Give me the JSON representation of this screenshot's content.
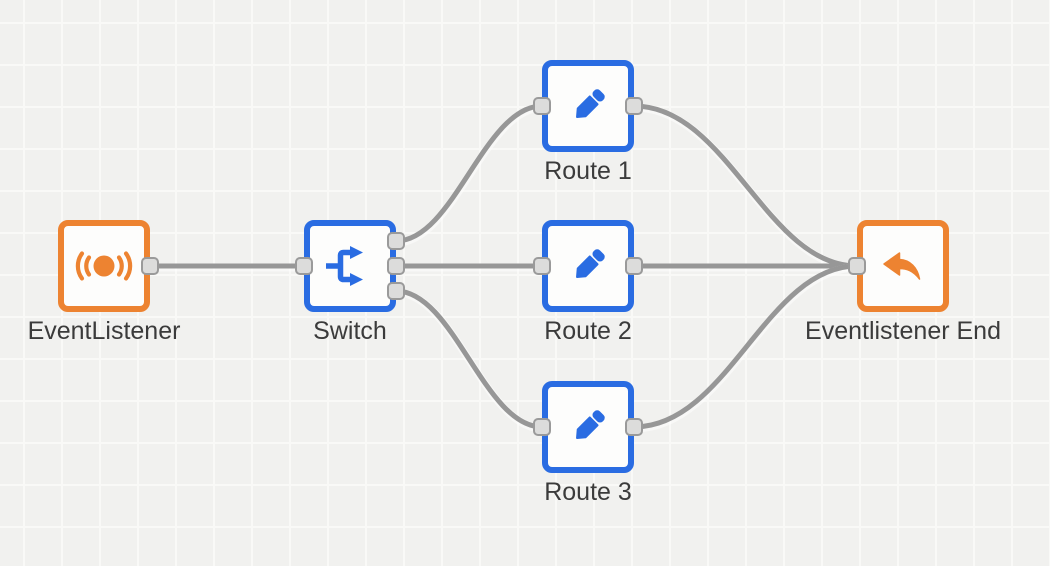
{
  "app": {
    "view": "integration-flow-canvas"
  },
  "palette": {
    "canvas_background": "#f1f1ef",
    "grid_line": "#f9f9f7",
    "wire": "#979797",
    "orange_accent": "#ed8331",
    "blue_accent": "#2a6ce2",
    "handle_fill": "#dcdcdb",
    "handle_border": "#9a9a9a",
    "label_color": "#3b3b3b",
    "node_fill": "#fdfdfc"
  },
  "nodes": [
    {
      "id": "eventlistener",
      "label": "EventListener",
      "icon": "broadcast-icon",
      "accent": "#ed8331",
      "inputs": 0,
      "outputs": 1
    },
    {
      "id": "switch",
      "label": "Switch",
      "icon": "split-arrows-icon",
      "accent": "#2a6ce2",
      "inputs": 1,
      "outputs": 3
    },
    {
      "id": "route-1",
      "label": "Route 1",
      "icon": "pencil-icon",
      "accent": "#2a6ce2",
      "inputs": 1,
      "outputs": 1
    },
    {
      "id": "route-2",
      "label": "Route 2",
      "icon": "pencil-icon",
      "accent": "#2a6ce2",
      "inputs": 1,
      "outputs": 1
    },
    {
      "id": "route-3",
      "label": "Route 3",
      "icon": "pencil-icon",
      "accent": "#2a6ce2",
      "inputs": 1,
      "outputs": 1
    },
    {
      "id": "eventlistener-end",
      "label": "Eventlistener End",
      "icon": "reply-arrow-icon",
      "accent": "#ed8331",
      "inputs": 1,
      "outputs": 0
    }
  ],
  "edges": [
    {
      "from": "eventlistener",
      "to": "switch"
    },
    {
      "from": "switch:out-1",
      "to": "route-1"
    },
    {
      "from": "switch:out-2",
      "to": "route-2"
    },
    {
      "from": "switch:out-3",
      "to": "route-3"
    },
    {
      "from": "route-1",
      "to": "eventlistener-end"
    },
    {
      "from": "route-2",
      "to": "eventlistener-end"
    },
    {
      "from": "route-3",
      "to": "eventlistener-end"
    }
  ]
}
